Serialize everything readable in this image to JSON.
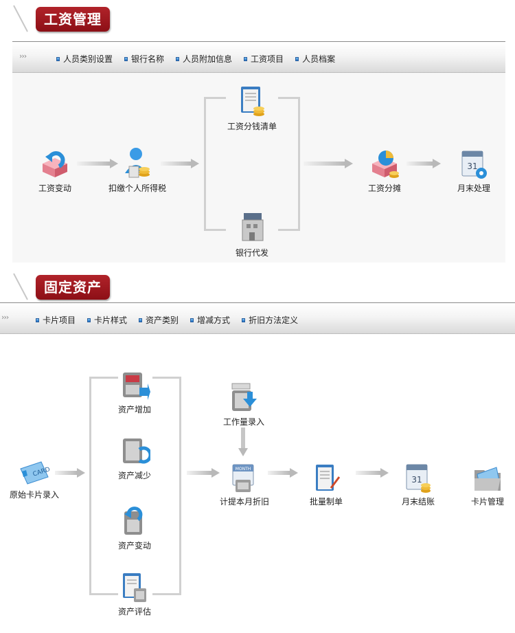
{
  "salary": {
    "title": "工资管理",
    "menu": [
      "人员类别设置",
      "银行名称",
      "人员附加信息",
      "工资项目",
      "人员档案"
    ],
    "nodes": {
      "change": "工资变动",
      "tax": "扣缴个人所得税",
      "cash_list": "工资分钱清单",
      "bank_issue": "银行代发",
      "allocate": "工资分摊",
      "month_end": "月末处理"
    }
  },
  "assets": {
    "title": "固定资产",
    "menu": [
      "卡片项目",
      "卡片样式",
      "资产类别",
      "增减方式",
      "折旧方法定义"
    ],
    "nodes": {
      "original_card": "原始卡片录入",
      "increase": "资产增加",
      "decrease": "资产减少",
      "change": "资产变动",
      "evaluate": "资产评估",
      "workload": "工作量录入",
      "depreciation": "计提本月折旧",
      "batch": "批量制单",
      "month_close": "月末结账",
      "card_mgmt": "卡片管理"
    }
  },
  "icons": {
    "change": "pink-box-refresh-icon",
    "tax": "person-coins-icon",
    "cash_list": "clipboard-coins-icon",
    "bank_issue": "bank-building-icon",
    "allocate": "pink-box-pie-icon",
    "month_end": "calendar-gear-icon",
    "original_card": "card-icon",
    "increase": "cabinet-in-icon",
    "decrease": "cabinet-out-icon",
    "asset_change": "cabinet-refresh-icon",
    "evaluate": "clipboard-cabinet-icon",
    "workload": "cabinet-down-icon",
    "depreciation": "calendar-cabinet-icon",
    "batch": "document-pen-icon",
    "month_close": "calendar-coins-icon",
    "card_mgmt": "folder-card-icon"
  },
  "colors": {
    "title_red": "#9e1a20",
    "icon_blue": "#2b8fd8",
    "coin_gold": "#e0a21b"
  }
}
